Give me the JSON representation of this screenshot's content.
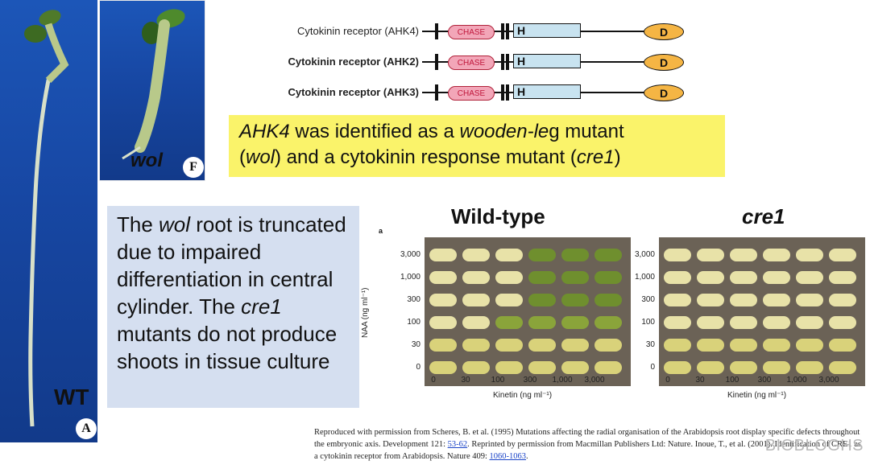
{
  "photos": {
    "wt": {
      "label": "WT",
      "panel": "A"
    },
    "wol": {
      "label": "wol",
      "panel": "F"
    }
  },
  "receptors": [
    {
      "name": "Cytokinin receptor (AHK4)",
      "bold": false,
      "chase": "CHASE",
      "h": "H",
      "d": "D"
    },
    {
      "name": "Cytokinin receptor (AHK2)",
      "bold": true,
      "chase": "CHASE",
      "h": "H",
      "d": "D"
    },
    {
      "name": "Cytokinin receptor (AHK3)",
      "bold": true,
      "chase": "CHASE",
      "h": "H",
      "d": "D"
    }
  ],
  "callout": {
    "p1": "AHK4",
    "p2": " was identified as a ",
    "p3": "wooden-le",
    "p4": "g mutant",
    "p5": "(",
    "p6": "wol",
    "p7": ") and a cytokinin response mutant (",
    "p8": "cre1",
    "p9": ")"
  },
  "textbox": {
    "p1": "The ",
    "p2": "wol",
    "p3": " root is truncated due to impaired differentiation in central cylinder. The ",
    "p4": "cre1",
    "p5": " mutants do not produce shoots in tissue culture"
  },
  "tissue_culture": {
    "panel_label": "a",
    "wildtype_title": "Wild-type",
    "cre1_title": "cre1",
    "y_label": "NAA (ng ml⁻¹)",
    "x_label": "Kinetin (ng ml⁻¹)",
    "y_ticks": [
      "3,000",
      "1,000",
      "300",
      "100",
      "30",
      "0"
    ],
    "x_ticks": [
      "0",
      "30",
      "100",
      "300",
      "1,000",
      "3,000"
    ]
  },
  "reference": {
    "t1": "Reproduced with permission from Scheres, B. et al. (1995) Mutations affecting the radial organisation of the Arabidopsis root display specific defects throughout the embryonic axis. Development 121: ",
    "link1": "53-62",
    "t2": ". Reprinted by permission from Macmillan Publishers Ltd: Nature. Inoue, T., et al. (2001). Identification of CRE1 as a cytokinin receptor from Arabidopsis. Nature 409: ",
    "link2": "1060-1063",
    "t3": "."
  },
  "watermark": "BIOBLOGHS",
  "colors": {
    "callout_bg": "#faf36a",
    "textbox_bg": "#d5dff0",
    "chase": "#f2a6b8",
    "h_domain": "#c8e3f0",
    "d_domain": "#f5b544"
  }
}
